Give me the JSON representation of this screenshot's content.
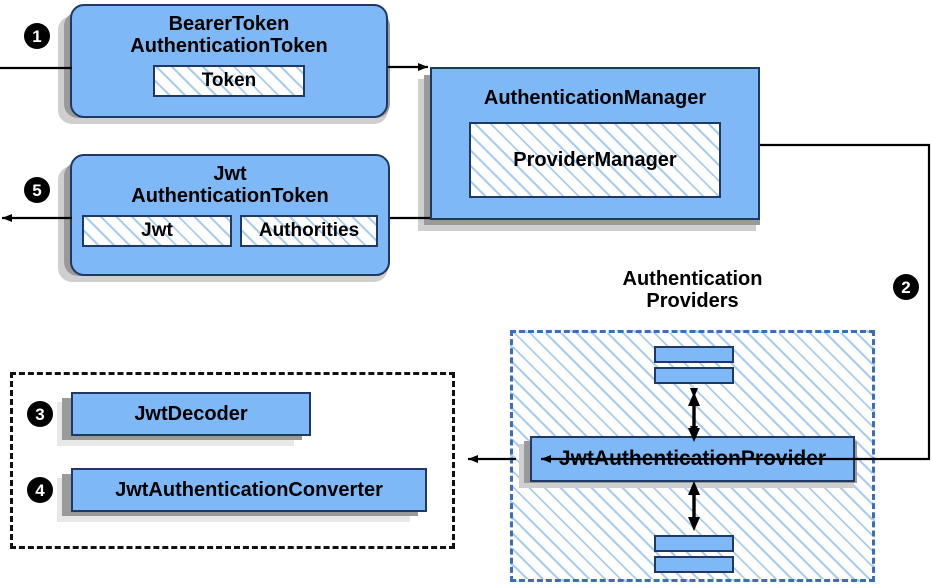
{
  "diagram": {
    "title": "Spring Security JWT Bearer Token Authentication Flow",
    "accent_color": "#7fb8f6",
    "border_color": "#1f3864",
    "hatch_color": "#a9cdf0",
    "shadow_color": "#9a9a9a",
    "dashed_blue": "#3b6fb5",
    "dashed_black": "#111111"
  },
  "steps": [
    {
      "id": "step-1",
      "number": "❶",
      "label": "1"
    },
    {
      "id": "step-2",
      "number": "❷",
      "label": "2"
    },
    {
      "id": "step-3",
      "number": "❸",
      "label": "3"
    },
    {
      "id": "step-4",
      "number": "❹",
      "label": "4"
    },
    {
      "id": "step-5",
      "number": "❺",
      "label": "5"
    }
  ],
  "nodes": {
    "bearer_token": {
      "title_line1": "BearerToken",
      "title_line2": "AuthenticationToken",
      "inner": [
        {
          "label": "Token"
        }
      ]
    },
    "authentication_manager": {
      "title": "AuthenticationManager",
      "inner": [
        {
          "label": "ProviderManager"
        }
      ]
    },
    "jwt_authentication_token": {
      "title_line1": "Jwt",
      "title_line2": "AuthenticationToken",
      "inner": [
        {
          "label": "Jwt"
        },
        {
          "label": "Authorities"
        }
      ]
    },
    "authentication_providers": {
      "caption_line1": "Authentication",
      "caption_line2": "Providers",
      "provider": {
        "label": "JwtAuthenticationProvider"
      },
      "other_providers_top": [
        {
          "label": ""
        },
        {
          "label": ""
        }
      ],
      "other_providers_bottom": [
        {
          "label": ""
        },
        {
          "label": ""
        }
      ]
    },
    "jwt_support": {
      "decoder": {
        "label": "JwtDecoder"
      },
      "converter": {
        "label": "JwtAuthenticationConverter"
      }
    }
  },
  "connectors": [
    {
      "name": "request-in",
      "from": "left-edge",
      "to": "bearer-token",
      "arrow": false
    },
    {
      "name": "bearer-to-manager",
      "from": "bearer-token",
      "to": "authentication-manager",
      "arrow": true
    },
    {
      "name": "manager-to-provider",
      "from": "authentication-manager",
      "to": "jwt-authentication-provider",
      "arrow": true
    },
    {
      "name": "provider-to-jwt-support",
      "from": "jwt-authentication-provider",
      "to": "jwt-support-group",
      "arrow": true
    },
    {
      "name": "manager-to-jwt-token",
      "from": "authentication-manager",
      "to": "jwt-authentication-token",
      "arrow": false
    },
    {
      "name": "jwt-token-out",
      "from": "jwt-authentication-token",
      "to": "left-edge",
      "arrow": true
    },
    {
      "name": "provider-up-bidirectional",
      "from": "jwt-authentication-provider",
      "to": "provider-stack-top",
      "arrow": true
    },
    {
      "name": "provider-down-bidirectional",
      "from": "jwt-authentication-provider",
      "to": "provider-stack-bottom",
      "arrow": true
    }
  ]
}
